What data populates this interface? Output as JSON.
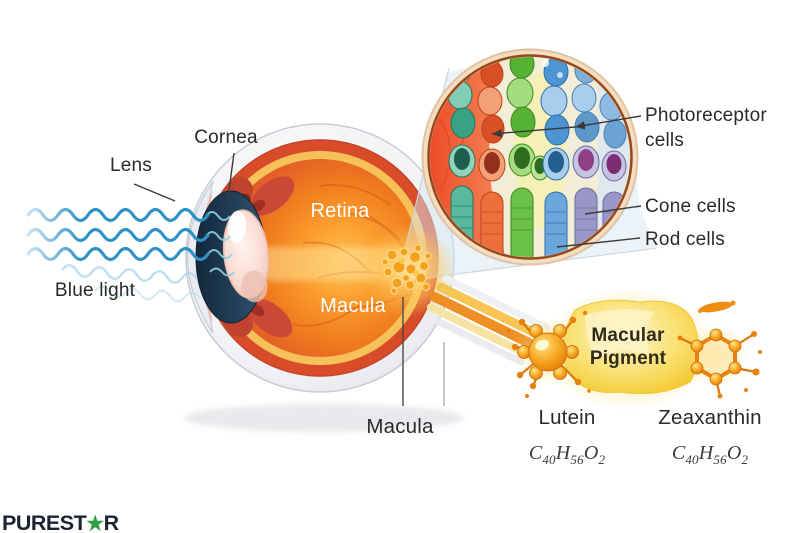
{
  "diagram": {
    "eye_labels": {
      "lens": "Lens",
      "cornea": "Cornea",
      "blue_light": "Blue light",
      "retina": "Retina",
      "macula_inner": "Macula",
      "macula_outer": "Macula"
    },
    "inset_labels": {
      "photoreceptor_line1": "Photoreceptor",
      "photoreceptor_line2": "cells",
      "cone_cells": "Cone cells",
      "rod_cells": "Rod cells"
    },
    "pigment": {
      "title_line1": "Macular",
      "title_line2": "Pigment",
      "lutein_name": "Lutein",
      "zeaxanthin_name": "Zeaxanthin",
      "lutein_formula": {
        "e1": "C",
        "s1": "40",
        "e2": "H",
        "s2": "56",
        "e3": "O",
        "s3": "2"
      },
      "zeaxanthin_formula": {
        "e1": "C",
        "s1": "40",
        "e2": "H",
        "s2": "56",
        "e3": "O",
        "s3": "2"
      }
    },
    "brand": {
      "part1": "PUREST",
      "star": "★",
      "part2": "R"
    },
    "colors": {
      "blue_light_wave": "#2e92c6",
      "eye_interior_orange": "#f0811f",
      "choroid_red": "#d84c2a",
      "ring_yellow": "#f5c158",
      "pigment_yellow": "#f6cf2e",
      "molecule_orange": "#ef8c12",
      "brand_green": "#2f9e44",
      "brand_dark": "#1b2531",
      "label_text": "#2b2a2a"
    }
  }
}
